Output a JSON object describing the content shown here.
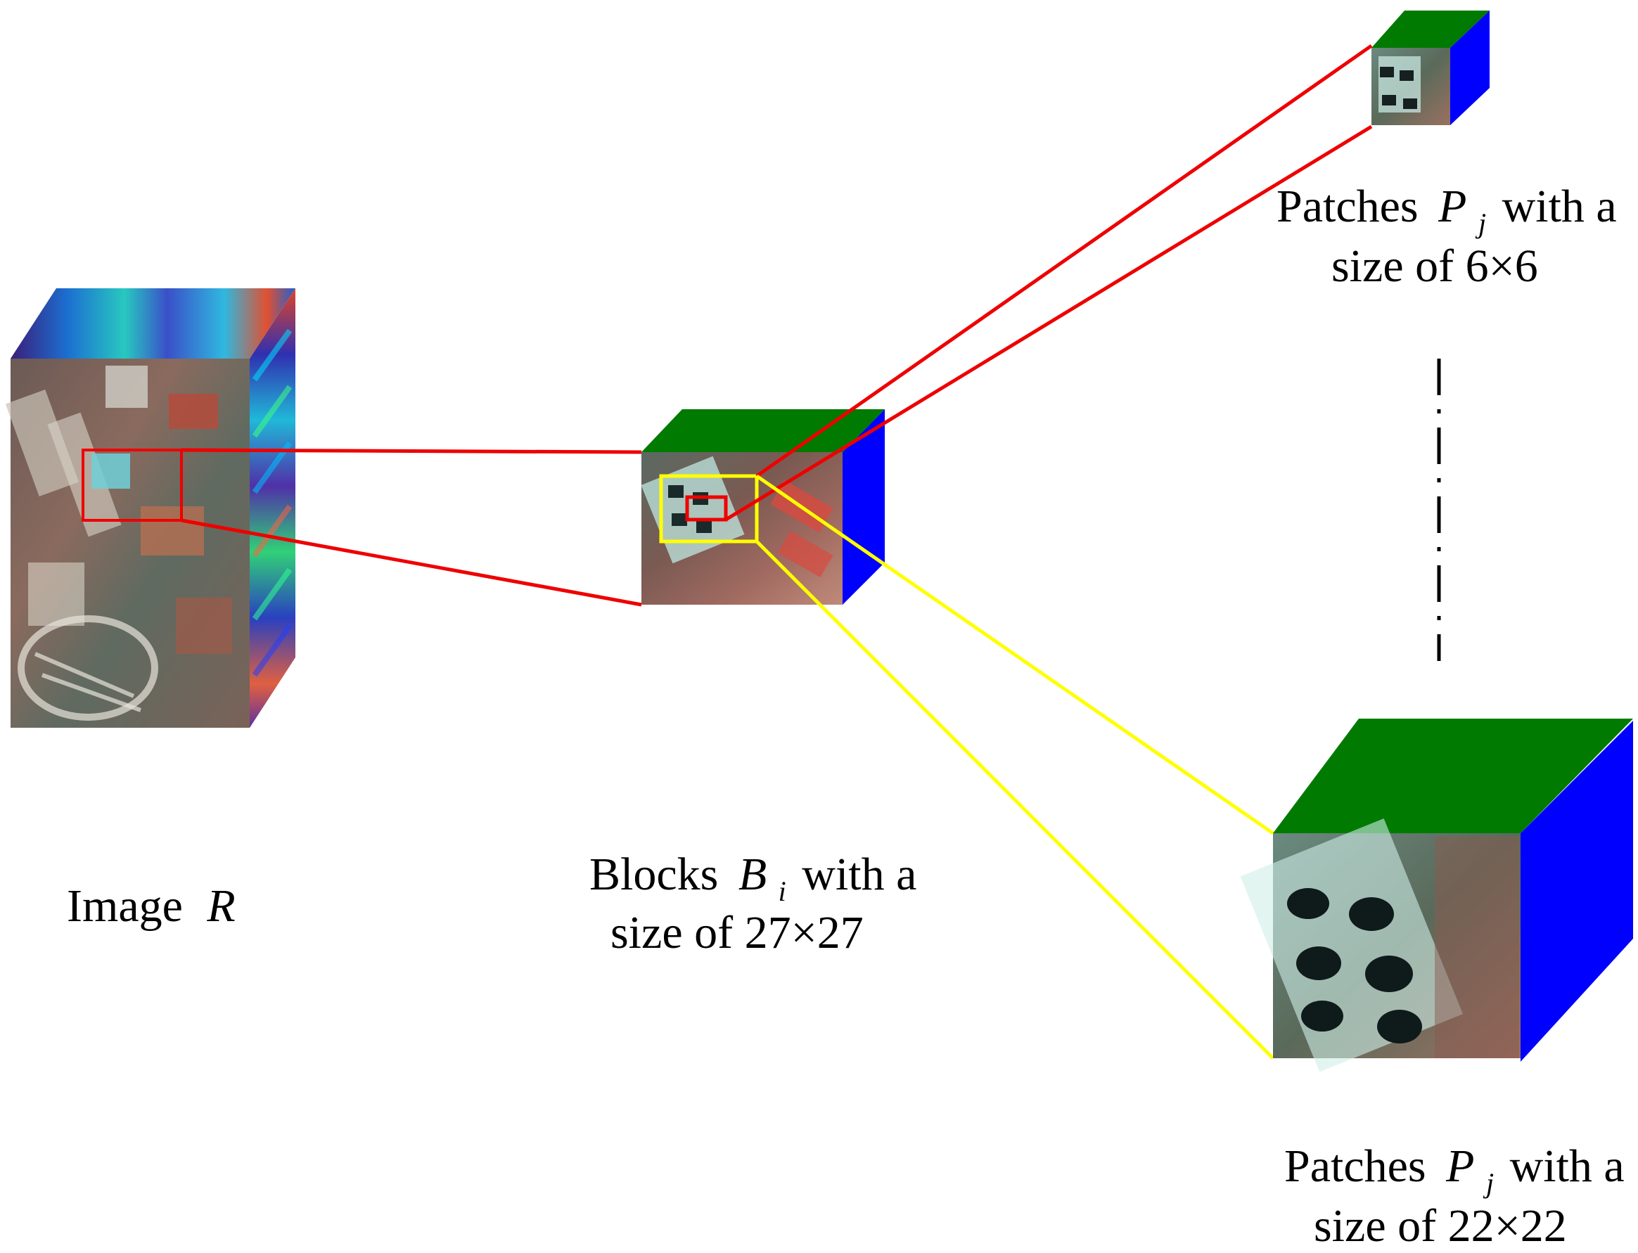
{
  "labels": {
    "image": {
      "text": "Image",
      "var": "R"
    },
    "blocks": {
      "line1_pre": "Blocks",
      "var": "B",
      "sub": "i",
      "line1_post": "with a",
      "line2": "size of 27×27"
    },
    "patch_small": {
      "line1_pre": "Patches",
      "var": "P",
      "sub": "j",
      "line1_post": "with a",
      "line2": "size of 6×6"
    },
    "patch_large": {
      "line1_pre": "Patches",
      "var": "P",
      "sub": "j",
      "line1_post": "with a",
      "line2": "size of 22×22"
    }
  },
  "colors": {
    "cube_top": "#007a00",
    "cube_side": "#0000ff",
    "red_connector": "#ee0000",
    "yellow_connector": "#ffff00",
    "background": "#ffffff",
    "text": "#000000"
  },
  "icons": {
    "hyperspectral_cube": "hyperspectral-cube-icon",
    "block_cube": "block-cube-icon",
    "patch_cube": "patch-cube-icon",
    "ellipsis": "vertical-dash-dot-ellipsis"
  }
}
